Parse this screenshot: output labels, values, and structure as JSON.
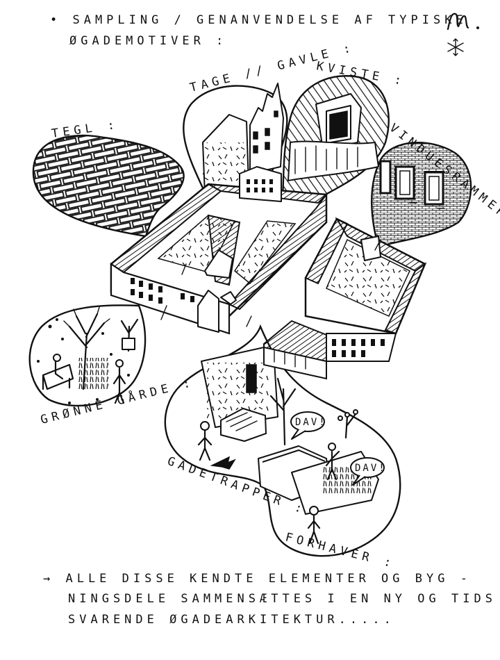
{
  "title": {
    "line1": "• SAMPLING / GENANVENDELSE AF TYPISKE",
    "line2": "ØGADEMOTIVER :"
  },
  "signature": "M.",
  "labels": {
    "tegl": "TEGL :",
    "tage_gavle": "TAGE // GAVLE :",
    "kviste": "KVISTE :",
    "vinduesrammer": "VINDUESRAMMER :",
    "gronne_garde": "GRØNNE GÅRDE :",
    "gadetrapper": "GADETRAPPER :",
    "forhaver": "FORHAVER :"
  },
  "speech": {
    "dav1": "DAV!",
    "dav2": "DAV!"
  },
  "footer": {
    "line1": "→ ALLE DISSE KENDTE ELEMENTER OG BYG -",
    "line2": "NINGSDELE SAMMENSÆTTES I EN NY OG TIDS -",
    "line3": "SVARENDE ØGADEARKITEKTUR....."
  }
}
